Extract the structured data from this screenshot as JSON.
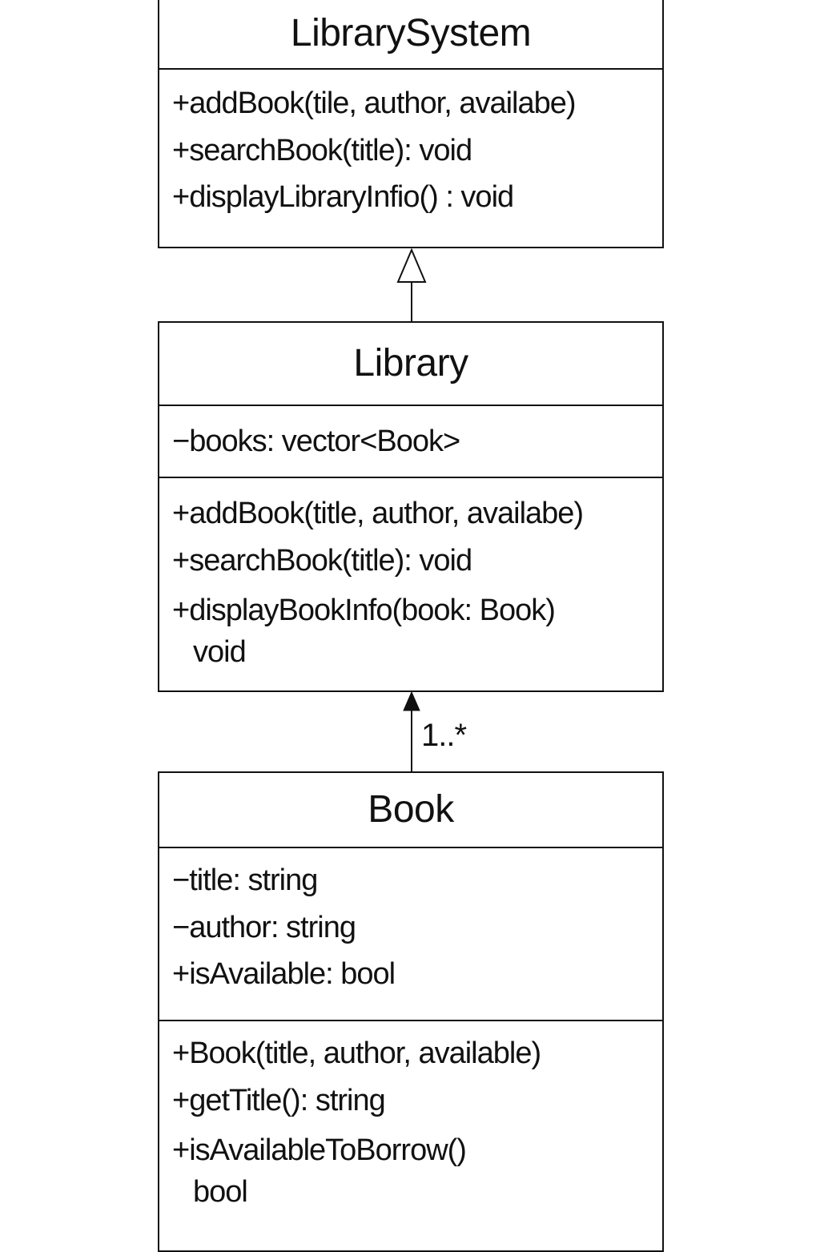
{
  "classes": {
    "library_system": {
      "name": "LibrarySystem",
      "methods": [
        "+addBook(tile, author, availabe)",
        "+searchBook(title): void",
        "+displayLibraryInfio() : void"
      ]
    },
    "library": {
      "name": "Library",
      "attributes": [
        "−books: vector<Book>"
      ],
      "methods": [
        "+addBook(title, author, availabe)",
        "+searchBook(title): void",
        "+displayBookInfo(book: Book)",
        "void"
      ]
    },
    "book": {
      "name": "Book",
      "attributes": [
        "−title: string",
        "−author: string",
        "+isAvailable: bool"
      ],
      "methods": [
        "+Book(title, author, available)",
        "+getTitle(): string",
        "+isAvailableToBorrow()",
        "bool"
      ]
    }
  },
  "relations": {
    "book_to_library": {
      "multiplicity": "1..*"
    }
  }
}
